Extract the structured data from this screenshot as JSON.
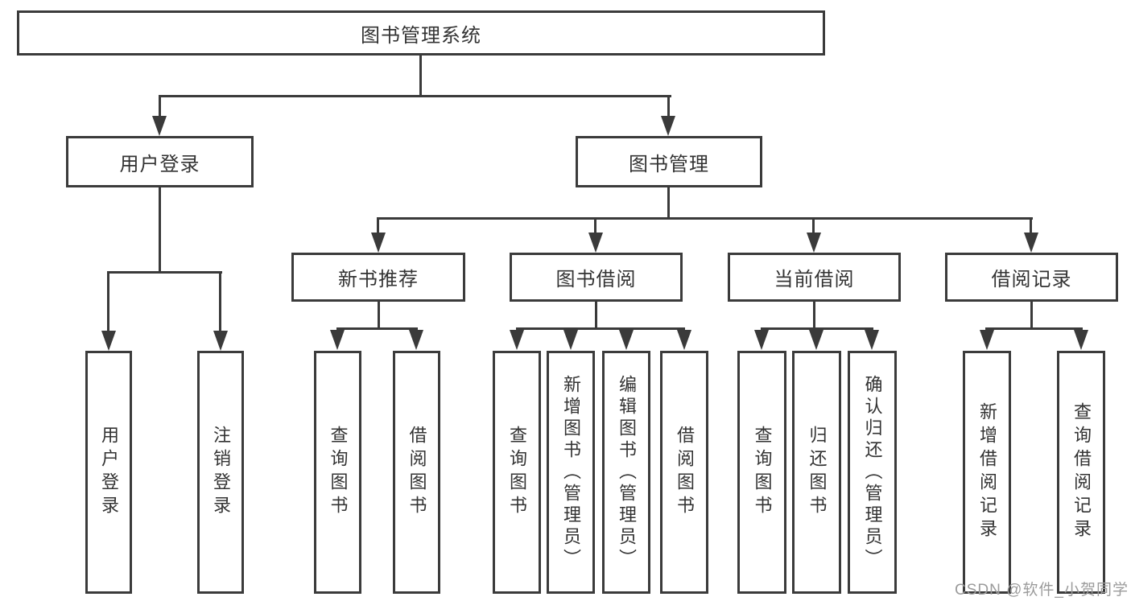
{
  "diagram": {
    "type": "hierarchy-tree",
    "root_label": "图书管理系统",
    "level2": [
      "用户登录",
      "图书管理"
    ],
    "level3": [
      "新书推荐",
      "图书借阅",
      "当前借阅",
      "借阅记录"
    ],
    "leaves": {
      "user_login": [
        "用户登录",
        "注销登录"
      ],
      "new_book": [
        "查询图书",
        "借阅图书"
      ],
      "book_borrow": [
        "查询图书",
        "新增图书（管理员）",
        "编辑图书（管理员）",
        "借阅图书"
      ],
      "current_borrow": [
        "查询图书",
        "归还图书",
        "确认归还（管理员）"
      ],
      "borrow_records": [
        "新增借阅记录",
        "查询借阅记录"
      ]
    }
  },
  "watermark": "CSDN @软件_小贺同学",
  "colors": {
    "background": "#ffffff",
    "line": "#3a3a3a",
    "box_border": "#3b3b3b",
    "text": "#333333",
    "watermark": "#9b9b9b"
  }
}
